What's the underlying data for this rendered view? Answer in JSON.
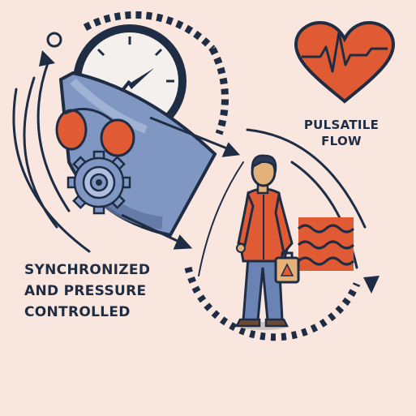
{
  "labels": {
    "pulsatile_line1": "PULSATILE",
    "pulsatile_line2": "FLOW",
    "sync_line1": "SYNCHRONIZED",
    "sync_line2": "AND PRESSURE",
    "sync_line3": "CONTROLLED"
  },
  "colors": {
    "background": "#f8e6df",
    "navy": "#1f2d44",
    "orange": "#e05a33",
    "blue": "#7f97c2",
    "light_blue": "#aebfe0",
    "gray": "#b9c0cc",
    "tan": "#e3b27a"
  },
  "icons": [
    "heart-icon",
    "clock-icon",
    "gear-icon",
    "person-icon",
    "briefcase-icon",
    "wave-icon",
    "arrow-icon"
  ]
}
